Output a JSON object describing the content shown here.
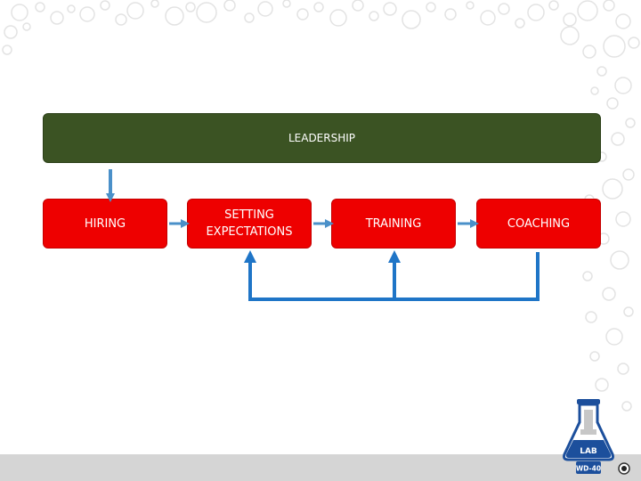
{
  "diagram": {
    "top_box": {
      "label": "LEADERSHIP"
    },
    "process_boxes": [
      {
        "label": "HIRING"
      },
      {
        "label": "SETTING\nEXPECTATIONS"
      },
      {
        "label": "TRAINING"
      },
      {
        "label": "COACHING"
      }
    ]
  },
  "logo": {
    "flask_text": "LAB",
    "brand_text": "WD-40"
  },
  "colors": {
    "leadership_fill": "#3b5323",
    "process_fill": "#ee0000",
    "arrow": "#4a90c9",
    "feedback_line": "#1f75c7",
    "logo_blue": "#1c4f9c"
  }
}
